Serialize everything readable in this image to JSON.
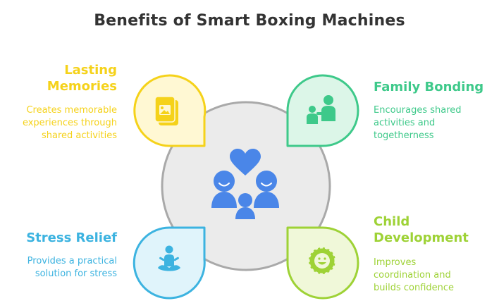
{
  "title": "Benefits of Smart Boxing Machines",
  "colors": {
    "yellow": "#f5d21a",
    "green": "#3ec98a",
    "blue": "#3cb3e0",
    "lime": "#9ed236",
    "center_icon": "#4a86e8"
  },
  "center": {
    "icon": "family-heart-icon"
  },
  "benefits": [
    {
      "id": "lasting-memories",
      "label": "Lasting\nMemories",
      "description": "Creates memorable\nexperiences through\nshared activities",
      "icon": "photo-album-icon"
    },
    {
      "id": "family-bonding",
      "label": "Family Bonding",
      "description": "Encourages shared\nactivities and\ntogetherness",
      "icon": "family-icon"
    },
    {
      "id": "stress-relief",
      "label": "Stress Relief",
      "description": "Provides a practical\nsolution for stress",
      "icon": "meditation-icon"
    },
    {
      "id": "child-development",
      "label": "Child\nDevelopment",
      "description": "Improves\ncoordination and\nbuilds confidence",
      "icon": "growth-badge-icon"
    }
  ]
}
